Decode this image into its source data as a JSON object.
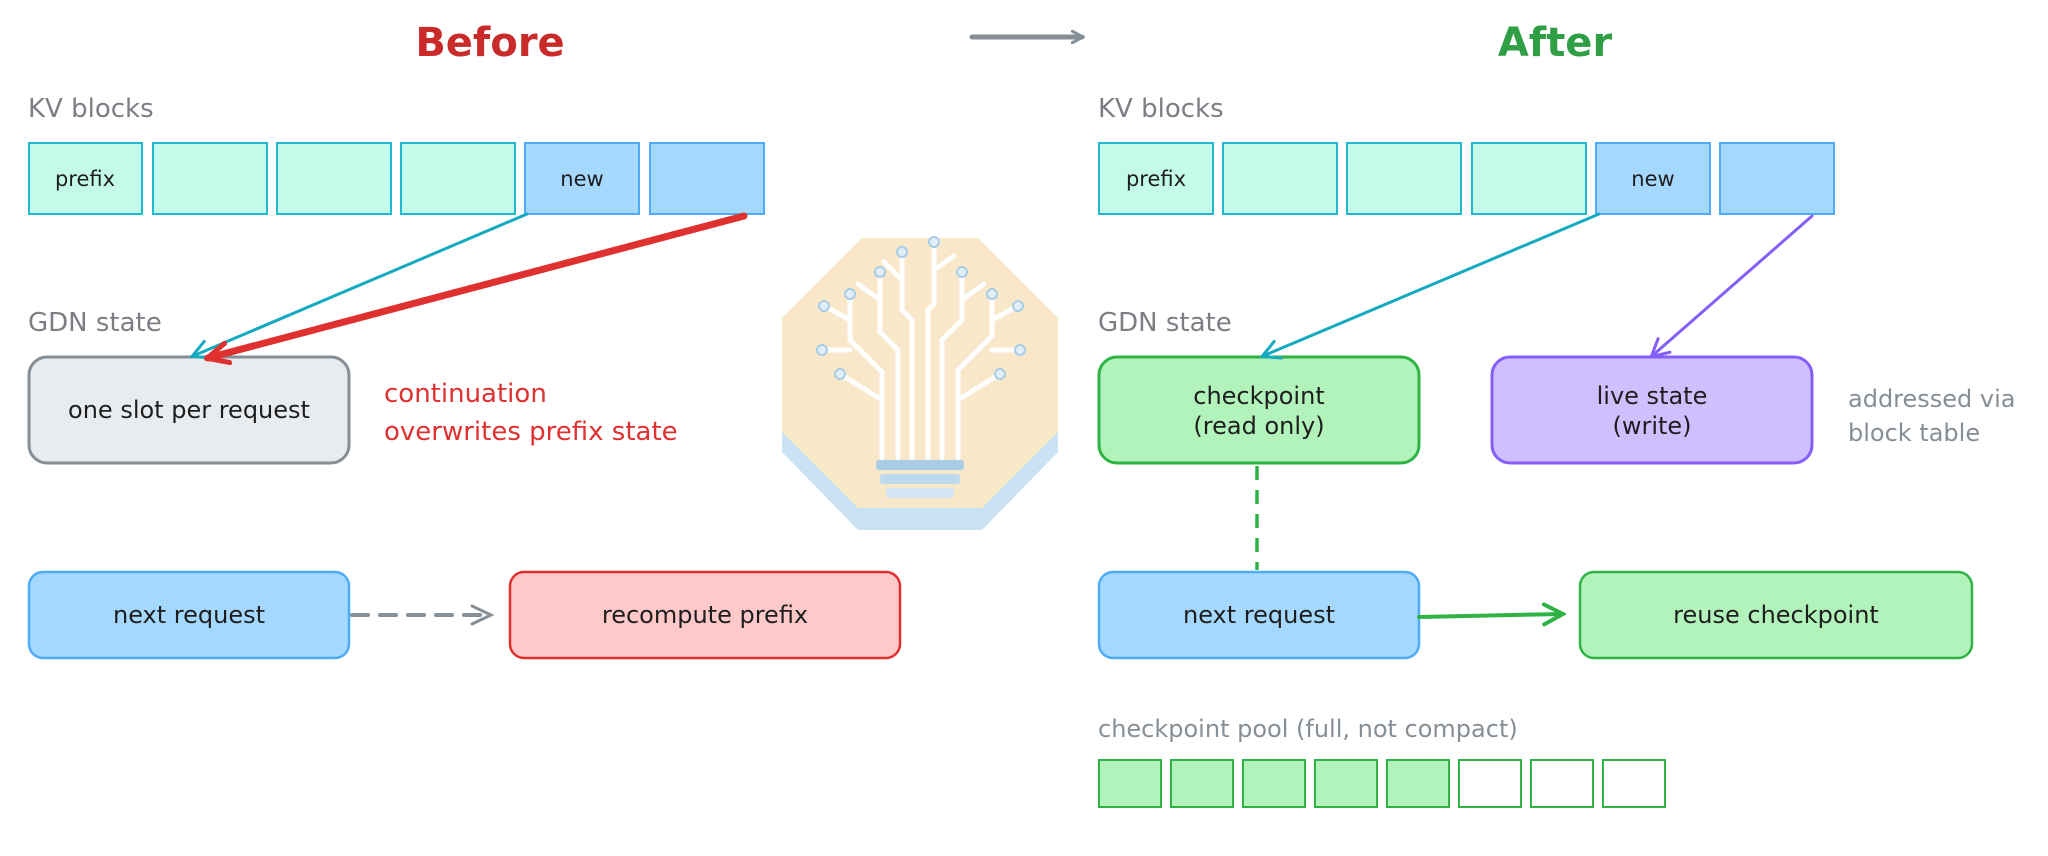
{
  "titles": {
    "before": "Before",
    "after": "After"
  },
  "colors": {
    "before_title": "#c92a2a",
    "after_title": "#2f9e44",
    "kv_block_fill": "#c3fae8",
    "kv_block_stroke": "#22b8cf",
    "new_block_fill": "#a5d8ff",
    "new_block_stroke": "#4dabf7",
    "slot_fill": "#e9ecef",
    "slot_stroke": "#868e96",
    "recompute_fill": "#ffc9c9",
    "recompute_stroke": "#e03131",
    "checkpoint_fill": "#b2f2bb",
    "checkpoint_stroke": "#2f9e44",
    "live_state_fill": "#d0bfff",
    "live_state_stroke": "#845ef7",
    "arrow_cyan": "#15aabf",
    "arrow_red": "#e03131",
    "arrow_purple": "#845ef7",
    "arrow_green": "#2fb344",
    "arrow_gray": "#868e96"
  },
  "before": {
    "kv_label": "KV blocks",
    "blocks": [
      "prefix",
      "",
      "",
      "",
      "new",
      ""
    ],
    "gdn_label": "GDN state",
    "slot_box": "one slot per request",
    "warning_line1": "continuation",
    "warning_line2": "overwrites prefix state",
    "next_request": "next request",
    "recompute": "recompute prefix"
  },
  "after": {
    "kv_label": "KV blocks",
    "blocks": [
      "prefix",
      "",
      "",
      "",
      "new",
      ""
    ],
    "gdn_label": "GDN state",
    "checkpoint_line1": "checkpoint",
    "checkpoint_line2": "(read only)",
    "live_line1": "live state",
    "live_line2": "(write)",
    "note_line1": "addressed via",
    "note_line2": "block table",
    "next_request": "next request",
    "reuse": "reuse checkpoint",
    "pool_label": "checkpoint pool (full, not compact)",
    "pool_filled": 5,
    "pool_total": 8
  },
  "center_icon": "lightbulb-circuit-icon"
}
